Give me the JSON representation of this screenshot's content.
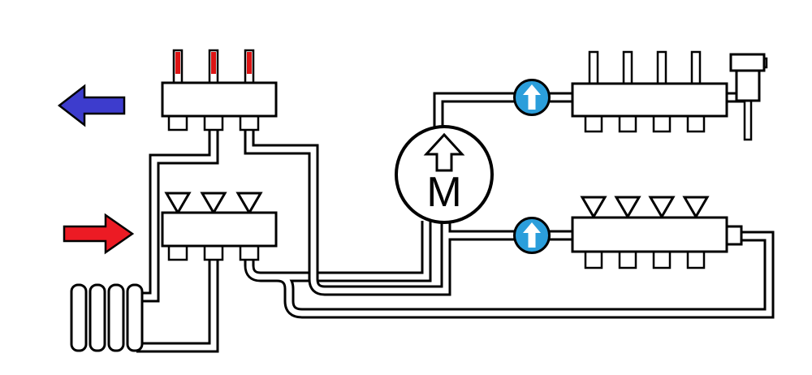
{
  "diagram": {
    "mixer": {
      "label": "M",
      "symbol": "up-arrow-outline-icon"
    },
    "pumps": {
      "symbol": "up-arrow-icon",
      "fill": "#2b9edb",
      "arrow_color": "#ffffff"
    },
    "flow_arrows": {
      "return": {
        "direction": "left",
        "color": "#3d3ccd"
      },
      "supply": {
        "direction": "right",
        "color": "#ec1b24"
      }
    },
    "valve_stem_color": "#dd1414",
    "line_color": "#000000",
    "background": "#ffffff"
  }
}
